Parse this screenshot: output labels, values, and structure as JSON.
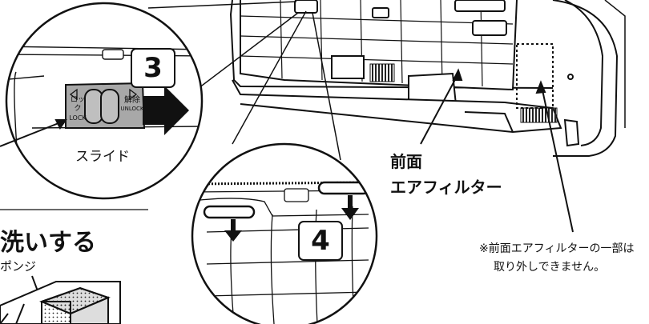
{
  "labels": {
    "step3": "3",
    "step4": "4",
    "slide": "スライド",
    "lock_jp": "ロック",
    "lock_en": "LOCK",
    "unlock_jp": "解除",
    "unlock_en": "UNLOCK",
    "filter_name_line1": "前面",
    "filter_name_line2": "エアフィルター",
    "note_line1": "※前面エアフィルターの一部は",
    "note_line2": "取り外しできません。",
    "wash_heading": "洗いする",
    "sponge": "ポンジ"
  },
  "colors": {
    "ink": "#111111",
    "background": "#ffffff",
    "lock_switch": "#a8a8a8",
    "sponge": "#dddddd"
  }
}
